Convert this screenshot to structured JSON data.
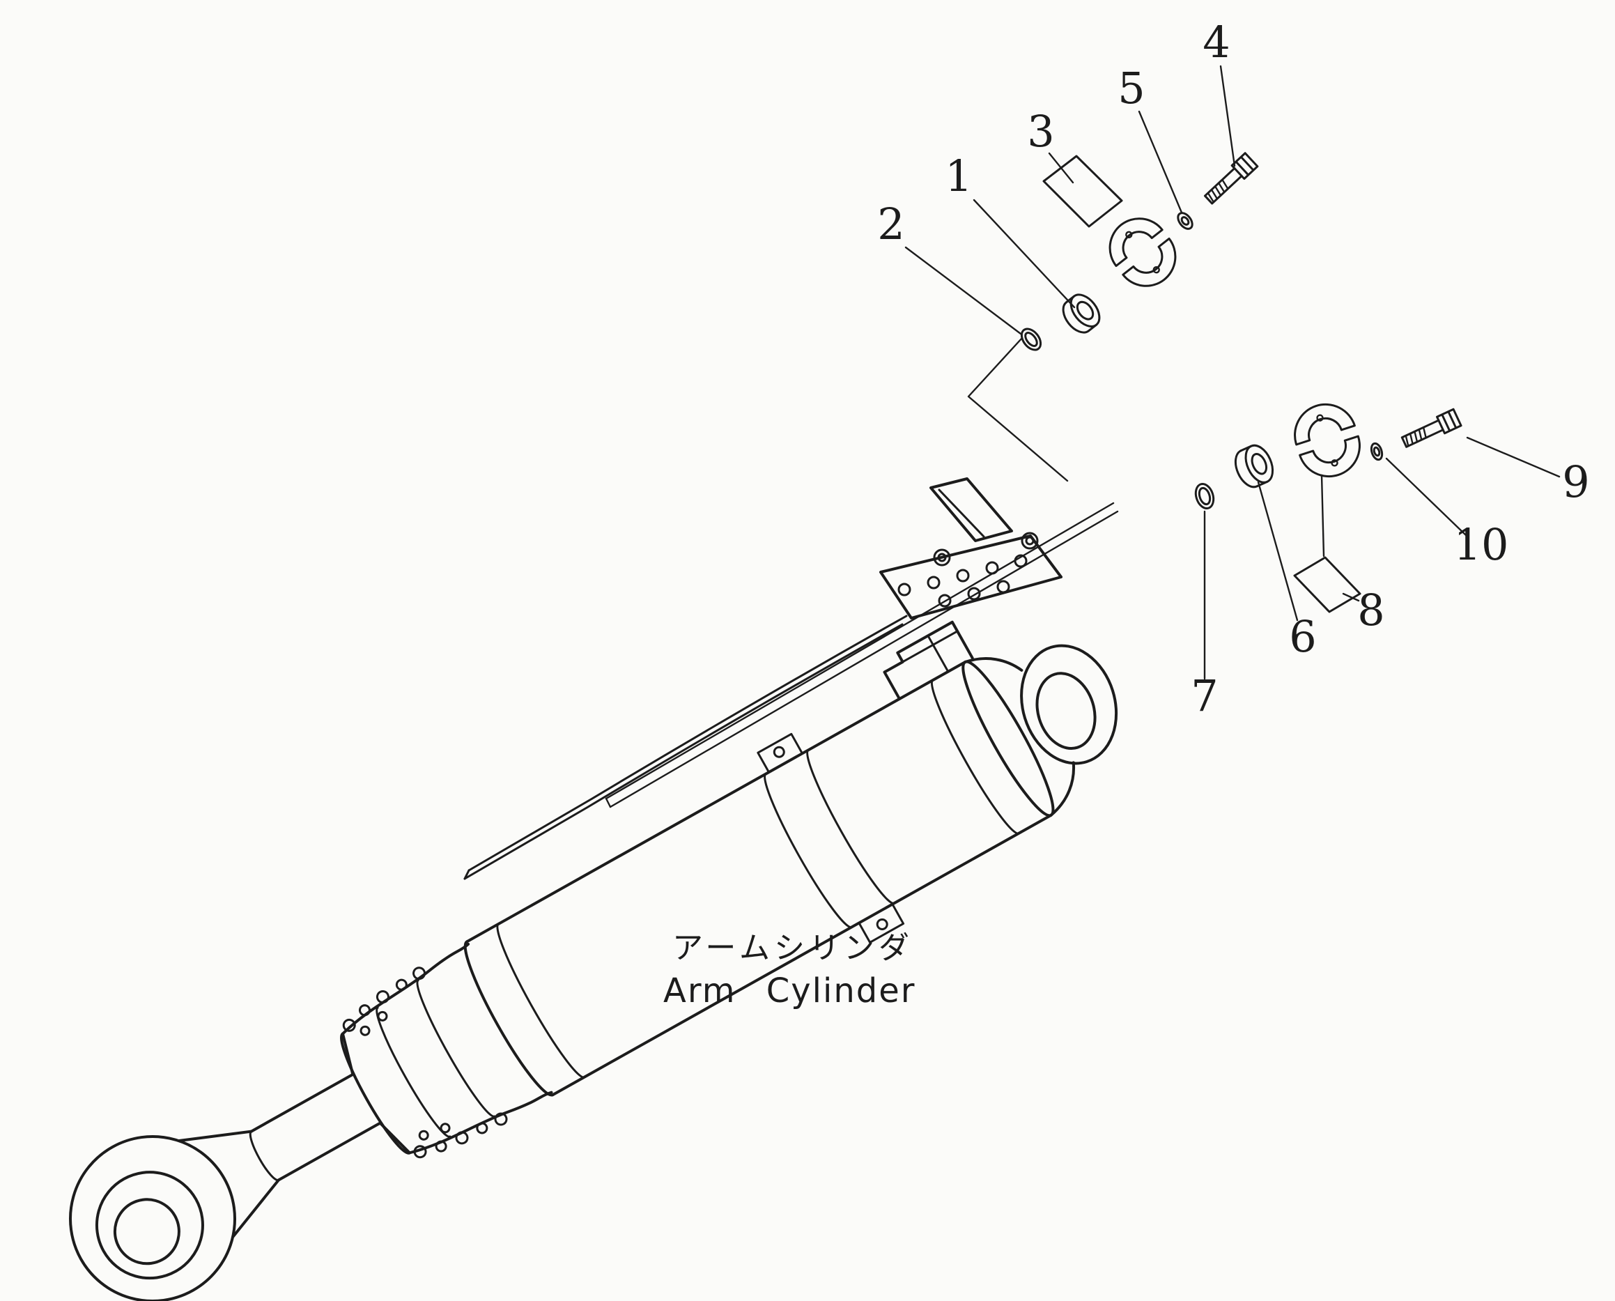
{
  "labels": {
    "japanese": "アームシリンダ",
    "english": "Arm Cylinder"
  },
  "callouts": {
    "c1": "1",
    "c2": "2",
    "c3": "3",
    "c4": "4",
    "c5": "5",
    "c6": "6",
    "c7": "7",
    "c8": "8",
    "c9": "9",
    "c10": "10"
  },
  "colors": {
    "ink": "#1c1c1c",
    "paper": "#fbfbf9"
  }
}
